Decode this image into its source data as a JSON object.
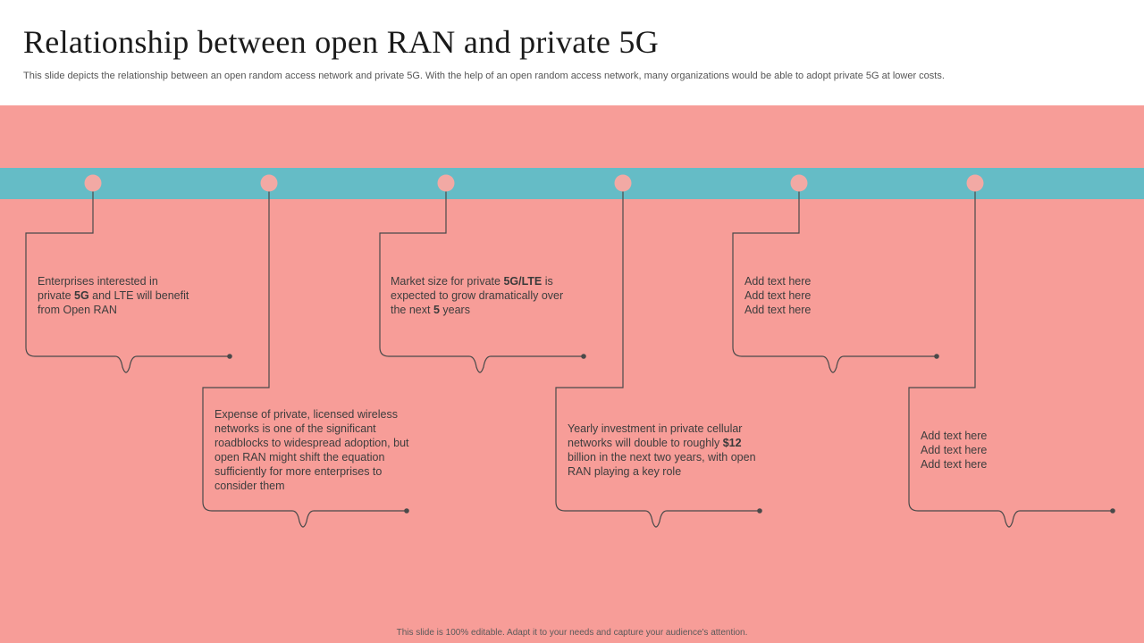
{
  "slide": {
    "title": "Relationship between open RAN and private 5G",
    "subtitle": "This slide depicts the relationship between an open random access network and private 5G. With the help of an open random access network, many organizations would be able to adopt private 5G at lower costs.",
    "footer": "This slide is 100% editable. Adapt it to your needs and capture your audience's attention."
  },
  "colors": {
    "background": "#f79d98",
    "band": "#65bcc6",
    "node": "#f2a9a4",
    "line": "#4a4a4a"
  },
  "timeline": {
    "items": [
      {
        "parts": [
          {
            "text": "Enterprises interested in private ",
            "bold": false
          },
          {
            "text": "5G",
            "bold": true
          },
          {
            "text": " and LTE will benefit from Open RAN",
            "bold": false
          }
        ]
      },
      {
        "parts": [
          {
            "text": "Expense of private, licensed wireless networks is one of the significant roadblocks to widespread adoption, but open RAN might shift the equation sufficiently for more enterprises to consider them",
            "bold": false
          }
        ]
      },
      {
        "parts": [
          {
            "text": "Market size for private ",
            "bold": false
          },
          {
            "text": "5G/LTE",
            "bold": true
          },
          {
            "text": " is expected to grow dramatically over the next ",
            "bold": false
          },
          {
            "text": "5",
            "bold": true
          },
          {
            "text": " years",
            "bold": false
          }
        ]
      },
      {
        "parts": [
          {
            "text": "Yearly investment in private cellular networks will double to roughly ",
            "bold": false
          },
          {
            "text": "$12",
            "bold": true
          },
          {
            "text": " billion in the next two years, with open RAN playing a key role",
            "bold": false
          }
        ]
      },
      {
        "lines": [
          "Add text here",
          "Add text here",
          "Add text here"
        ]
      },
      {
        "lines": [
          "Add text here",
          "Add text here",
          "Add text here"
        ]
      }
    ]
  }
}
